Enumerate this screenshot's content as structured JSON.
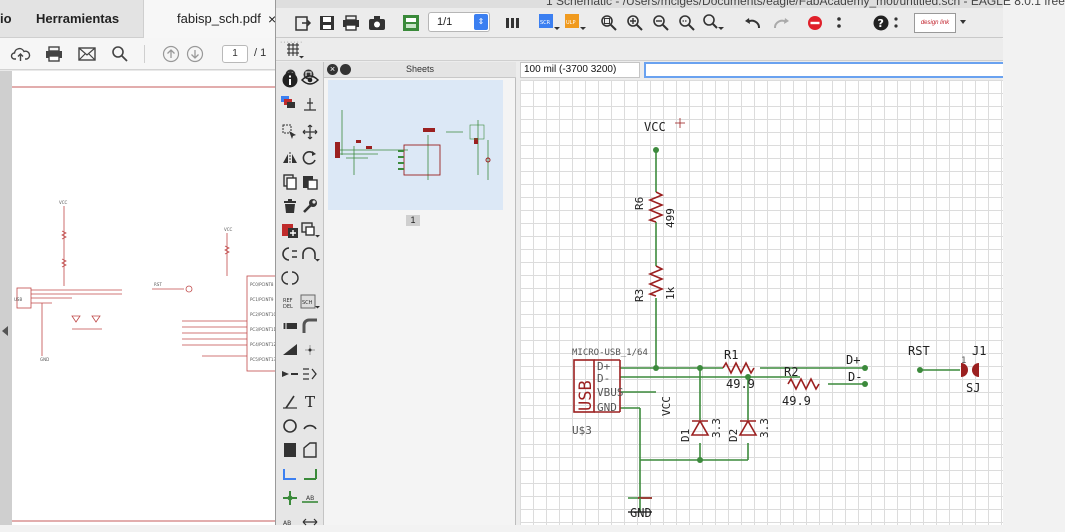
{
  "pdf_viewer": {
    "partial_tab": "io",
    "tools_tab": "Herramientas",
    "file_tab": "fabisp_sch.pdf",
    "close_glyph": "×",
    "page_input": "1",
    "page_total": "/ 1"
  },
  "eagle": {
    "window_title": "1 Schematic - /Users/mciges/Documents/eagle/FabAcademy_mot/untitled.sch - EAGLE 8.0.1 free",
    "sheet_select": "1/1",
    "design_link_label": "design link",
    "sheets_panel": {
      "title": "Sheets",
      "sheet_number": "1"
    },
    "coordinates": "100 mil (-3700 3200)",
    "command_value": "",
    "schematic": {
      "vcc_top": "VCC",
      "r6_name": "R6",
      "r6_value": "499",
      "r3_name": "R3",
      "r3_value": "1k",
      "usb_value": "MICRO-USB_1/64",
      "usb_label": "USB",
      "usb_pins": [
        "D+",
        "D-",
        "VBUS",
        "GND"
      ],
      "usb_ref": "U$3",
      "vcc_vbus": "VCC",
      "r1_name": "R1",
      "r1_value": "49.9",
      "r2_name": "R2",
      "r2_value": "49.9",
      "dplus": "D+",
      "dminus": "D-",
      "d1_name": "D1",
      "d1_value": "3.3",
      "d2_name": "D2",
      "d2_value": "3.3",
      "rst": "RST",
      "j1_pin": "1",
      "j1_name": "J1",
      "j1_value": "SJ",
      "gnd": "GND"
    }
  },
  "colors": {
    "wire": "#3c8a3c",
    "part": "#9b2020",
    "text": "#222222",
    "toolbar_blue": "#3b7ff1"
  }
}
